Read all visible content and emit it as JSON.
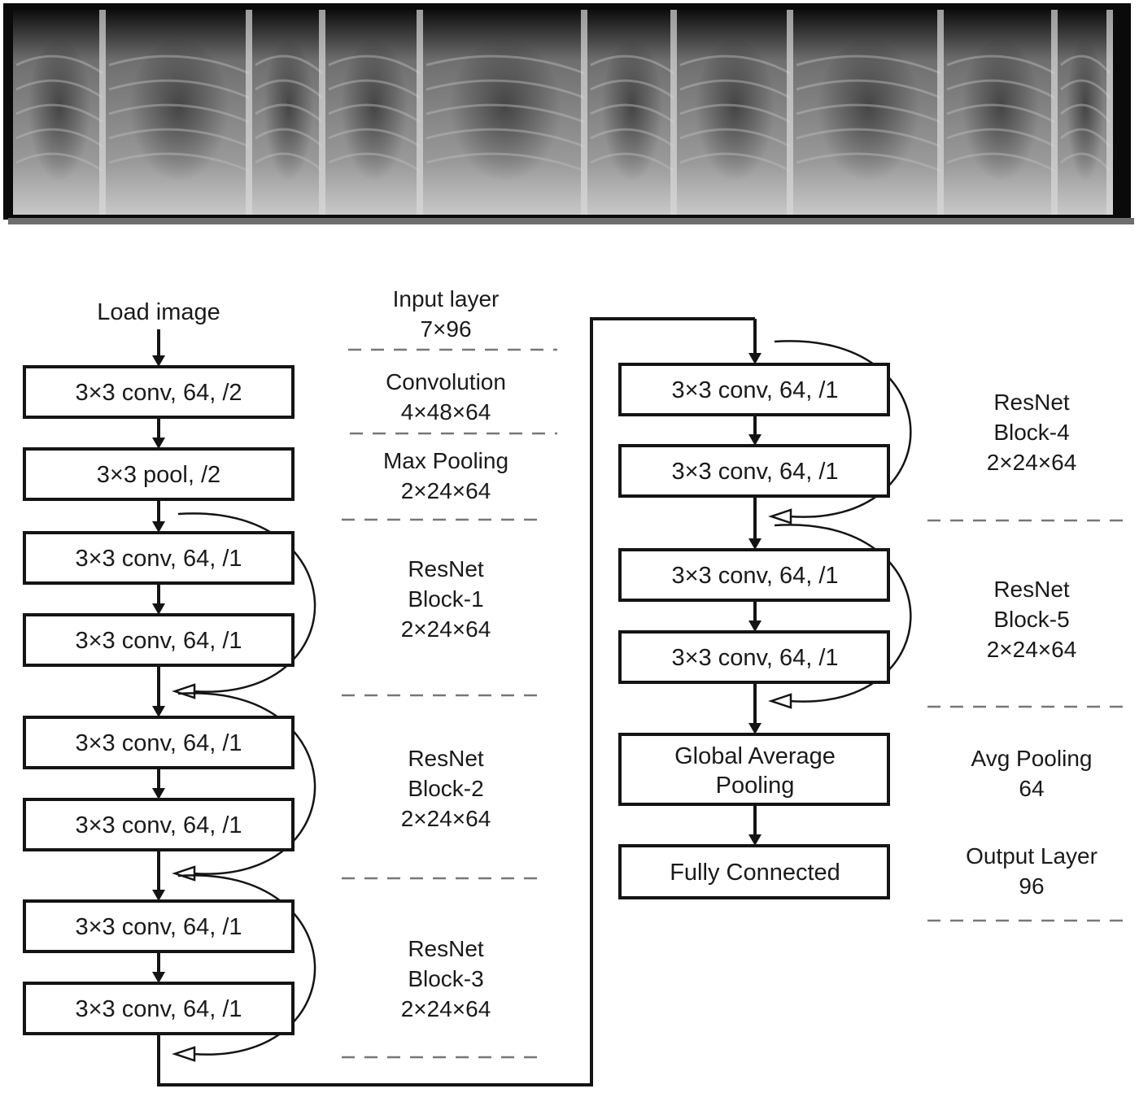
{
  "xray_strip": {
    "panels": 10,
    "frame_color": "#0a0a0a"
  },
  "diagram": {
    "start_label": "Load image",
    "left_column": [
      "3×3 conv, 64, /2",
      "3×3 pool, /2",
      "3×3 conv, 64, /1",
      "3×3 conv, 64, /1",
      "3×3 conv, 64, /1",
      "3×3 conv, 64, /1",
      "3×3 conv, 64, /1",
      "3×3 conv, 64, /1"
    ],
    "right_column": [
      "3×3 conv, 64, /1",
      "3×3 conv, 64, /1",
      "3×3 conv, 64, /1",
      "3×3 conv, 64, /1",
      "Global Average Pooling",
      "Fully Connected"
    ],
    "left_annotations": [
      [
        "Input layer",
        "7×96"
      ],
      [
        "Convolution",
        "4×48×64"
      ],
      [
        "Max Pooling",
        "2×24×64"
      ],
      [
        "ResNet",
        "Block-1",
        "2×24×64"
      ],
      [
        "ResNet",
        "Block-2",
        "2×24×64"
      ],
      [
        "ResNet",
        "Block-3",
        "2×24×64"
      ]
    ],
    "right_annotations": [
      [
        "ResNet",
        "Block-4",
        "2×24×64"
      ],
      [
        "ResNet",
        "Block-5",
        "2×24×64"
      ],
      [
        "Avg Pooling",
        "64"
      ],
      [
        "Output Layer",
        "96"
      ]
    ]
  }
}
